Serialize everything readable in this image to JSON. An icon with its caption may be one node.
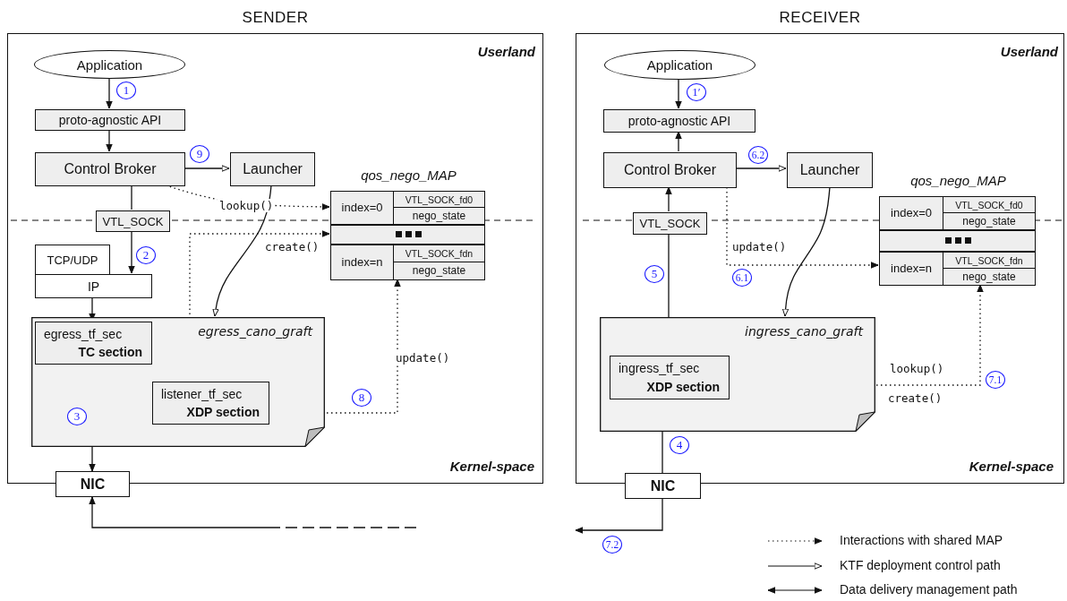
{
  "diagram": {
    "nodes": [
      {
        "text": [
          "SENDER"
        ]
      },
      {
        "text": [
          "Application"
        ],
        "in": 0
      },
      {
        "text": [
          "proto-agnostic API"
        ],
        "in": 0
      },
      {
        "text": [
          "Control Broker"
        ],
        "in": 0
      },
      {
        "text": [
          "Launcher"
        ],
        "in": 0
      },
      {
        "text": [
          "qos_nego_MAP"
        ],
        "in": 0
      },
      {
        "text": [
          "index=0",
          "VTL_SOCK_fd0",
          "nego_state"
        ],
        "in": 5
      },
      {
        "text": [],
        "shape": "bar",
        "in": 5
      },
      {
        "text": [
          "index=n",
          "VTL_SOCK_fdn",
          "nego_state"
        ],
        "in": 5
      },
      {
        "text": [
          "VTL_SOCK"
        ],
        "in": 0
      },
      {
        "text": [
          "TCP/UDP"
        ],
        "in": 0
      },
      {
        "text": [
          "IP"
        ],
        "in": 0
      },
      {
        "text": [
          "egress_cano_graft"
        ],
        "in": 0
      },
      {
        "text": [
          "egress_tf_sec",
          "TC section"
        ],
        "in": 12
      },
      {
        "text": [
          "listener_tf_sec",
          "XDP section"
        ],
        "in": 12
      },
      {
        "text": [
          "NIC"
        ]
      },
      {
        "text": [
          "RECEIVER"
        ]
      },
      {
        "text": [
          "Application"
        ],
        "in": 16
      },
      {
        "text": [
          "proto-agnostic API"
        ],
        "in": 16
      },
      {
        "text": [
          "Control Broker"
        ],
        "in": 16
      },
      {
        "text": [
          "Launcher"
        ],
        "in": 16
      },
      {
        "text": [
          "qos_nego_MAP"
        ],
        "in": 16
      },
      {
        "text": [
          "index=0",
          "VTL_SOCK_fd0",
          "nego_state"
        ],
        "in": 21
      },
      {
        "text": [],
        "shape": "bar",
        "in": 21
      },
      {
        "text": [
          "index=n",
          "VTL_SOCK_fdn",
          "nego_state"
        ],
        "in": 21
      },
      {
        "text": [
          "VTL_SOCK"
        ],
        "in": 16
      },
      {
        "text": [
          "ingress_cano_graft"
        ],
        "in": 16
      },
      {
        "text": [
          "ingress_tf_sec",
          "XDP section"
        ],
        "in": 26
      },
      {
        "text": [
          "NIC"
        ]
      }
    ],
    "edges": [
      {
        "from": 1,
        "to": 2,
        "arrow": "to"
      },
      {
        "from": 2,
        "to": 3,
        "arrow": "to"
      },
      {
        "from": 3,
        "to": 4,
        "arrow": "to"
      },
      {
        "from": 3,
        "to": 9,
        "arrow": "none"
      },
      {
        "from": 9,
        "to": 11,
        "arrow": "to"
      },
      {
        "from": 3,
        "to": 6,
        "arrow": "to",
        "label": "lookup()",
        "style": "dashed"
      },
      {
        "from": 4,
        "to": 12,
        "arrow": "to"
      },
      {
        "from": 13,
        "to": 7,
        "arrow": "to",
        "label": "create()",
        "style": "dashed"
      },
      {
        "from": 11,
        "to": 13,
        "arrow": "to"
      },
      {
        "from": 13,
        "to": 15,
        "arrow": "to"
      },
      {
        "from": 14,
        "to": 8,
        "arrow": "to",
        "label": "update()",
        "style": "dashed"
      },
      {
        "from": null,
        "to": 15,
        "arrow": "to",
        "style": "dashed"
      },
      {
        "from": 17,
        "to": 18,
        "arrow": "to"
      },
      {
        "from": 19,
        "to": 18,
        "arrow": "to"
      },
      {
        "from": 19,
        "to": 20,
        "arrow": "to"
      },
      {
        "from": 19,
        "to": 24,
        "arrow": "to",
        "label": "update()",
        "style": "dashed"
      },
      {
        "from": 20,
        "to": 26,
        "arrow": "to"
      },
      {
        "from": 25,
        "to": 19,
        "arrow": "to"
      },
      {
        "from": 27,
        "to": 25,
        "arrow": "none"
      },
      {
        "from": 28,
        "to": 27,
        "arrow": "to"
      },
      {
        "from": 27,
        "to": 24,
        "arrow": "to",
        "label": "lookup()",
        "style": "dashed"
      },
      {
        "from": 28,
        "to": null,
        "arrow": "to"
      }
    ],
    "labels": [
      "Userland",
      "Kernel-space",
      "Userland",
      "Kernel-space",
      "1",
      "9",
      "2",
      "3",
      "8",
      "1′",
      "6.2",
      "5",
      "6.1",
      "7.1",
      "4",
      "7.2",
      "create()"
    ],
    "legend": [
      {
        "text": "Interactions with shared MAP"
      },
      {
        "text": "KTF deployment control path"
      },
      {
        "text": "Data delivery management path"
      }
    ]
  }
}
